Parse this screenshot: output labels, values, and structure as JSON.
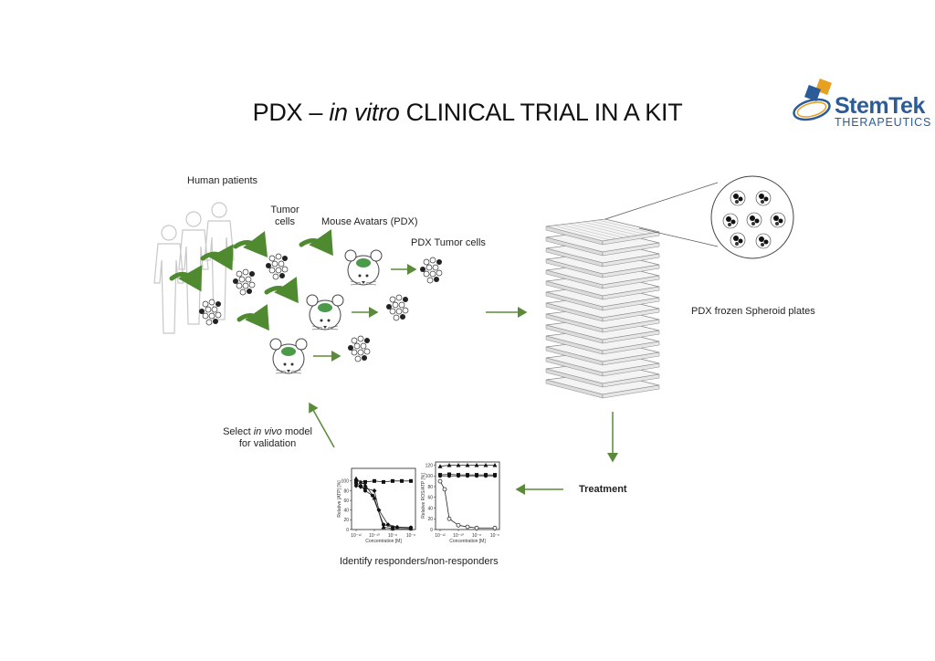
{
  "title": {
    "prefix": "PDX – ",
    "italic": "in vitro",
    "suffix": " CLINICAL TRIAL IN A KIT"
  },
  "logo": {
    "brand": "StemTek",
    "sub": "THERAPEUTICS",
    "colors": {
      "blue": "#2b5c97",
      "orange": "#e8a020"
    }
  },
  "labels": {
    "human_patients": "Human patients",
    "tumor_cells_1": "Tumor",
    "tumor_cells_2": "cells",
    "mouse_avatars": "Mouse Avatars (PDX)",
    "pdx_tumor_cells": "PDX Tumor cells",
    "spheroid_plates": "PDX frozen Spheroid plates",
    "treatment": "Treatment",
    "select_pre": "Select ",
    "select_italic": "in vivo",
    "select_post": " model",
    "for_validation": "for validation",
    "identify": "Identify responders/non-responders"
  },
  "colors": {
    "arrow": "#5b8a3a",
    "mouse_tumor": "#4a9a4a",
    "silhouette": "#c8c8c8"
  },
  "chart_data": [
    {
      "type": "line",
      "ylabel": "Relative [ATP] [%]",
      "xlabel": "Concentration [M]",
      "ylim": [
        0,
        120
      ],
      "yticks": [
        "0",
        "20",
        "40",
        "60",
        "80",
        "100"
      ],
      "xticks": [
        "10⁻¹²",
        "10⁻¹⁰",
        "10⁻⁸",
        "10⁻⁶"
      ],
      "series": [
        {
          "marker": "square",
          "values": [
            [
              -12,
              100
            ],
            [
              -11,
              98
            ],
            [
              -10,
              100
            ],
            [
              -9,
              98
            ],
            [
              -8,
              100
            ],
            [
              -7,
              100
            ],
            [
              -6,
              100
            ]
          ]
        },
        {
          "marker": "triangle",
          "values": [
            [
              -12,
              105
            ],
            [
              -11.5,
              98
            ],
            [
              -11,
              92
            ],
            [
              -10,
              65
            ],
            [
              -9,
              5
            ],
            [
              -8,
              2
            ],
            [
              -6,
              2
            ]
          ]
        },
        {
          "marker": "circle",
          "values": [
            [
              -12,
              95
            ],
            [
              -11.5,
              90
            ],
            [
              -11,
              80
            ],
            [
              -10.2,
              70
            ],
            [
              -9,
              10
            ],
            [
              -8,
              5
            ],
            [
              -6,
              4
            ]
          ]
        },
        {
          "marker": "diamond",
          "values": [
            [
              -12,
              90
            ],
            [
              -11.5,
              88
            ],
            [
              -11,
              85
            ],
            [
              -10,
              80
            ],
            [
              -9.5,
              40
            ],
            [
              -8.5,
              10
            ],
            [
              -7.5,
              5
            ],
            [
              -6,
              4
            ]
          ]
        }
      ]
    },
    {
      "type": "line",
      "ylabel": "Relative ROS/ATP [%]",
      "xlabel": "Concentration [M]",
      "ylim": [
        0,
        120
      ],
      "yticks": [
        "0",
        "20",
        "40",
        "60",
        "80",
        "100",
        "120"
      ],
      "xticks": [
        "10⁻¹²",
        "10⁻¹⁰",
        "10⁻⁸",
        "10⁻⁶"
      ],
      "series": [
        {
          "marker": "triangle",
          "values": [
            [
              -12,
              118
            ],
            [
              -11,
              120
            ],
            [
              -10,
              120
            ],
            [
              -9,
              120
            ],
            [
              -8,
              120
            ],
            [
              -7,
              120
            ],
            [
              -6,
              120
            ]
          ]
        },
        {
          "marker": "square",
          "values": [
            [
              -12,
              102
            ],
            [
              -11,
              103
            ],
            [
              -10,
              102
            ],
            [
              -9,
              102
            ],
            [
              -8,
              102
            ],
            [
              -7,
              102
            ],
            [
              -6,
              102
            ]
          ]
        },
        {
          "marker": "circle",
          "values": [
            [
              -12,
              100
            ],
            [
              -11,
              100
            ],
            [
              -10,
              100
            ],
            [
              -9,
              100
            ],
            [
              -8,
              100
            ],
            [
              -7,
              100
            ],
            [
              -6,
              100
            ]
          ]
        },
        {
          "marker": "open-circle",
          "values": [
            [
              -12,
              90
            ],
            [
              -11.5,
              75
            ],
            [
              -11,
              20
            ],
            [
              -10,
              8
            ],
            [
              -9,
              5
            ],
            [
              -8,
              3
            ],
            [
              -6,
              3
            ]
          ]
        }
      ]
    }
  ]
}
